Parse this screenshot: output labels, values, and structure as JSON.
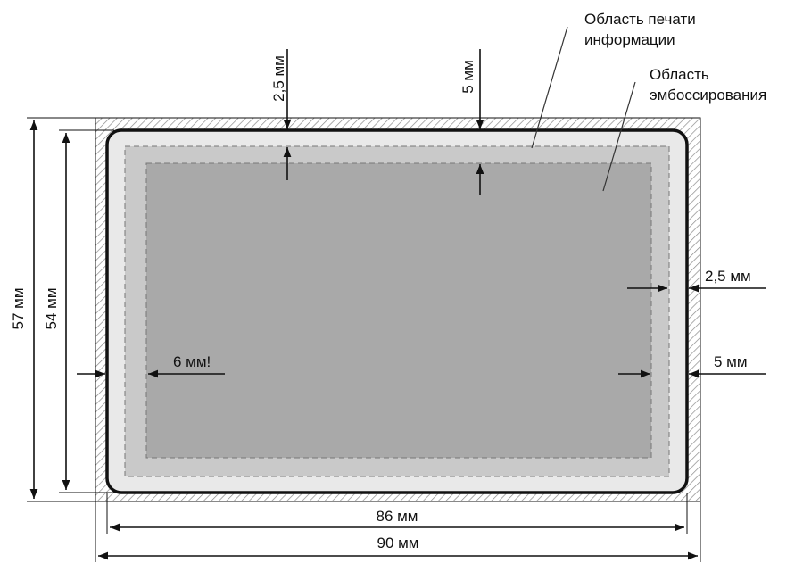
{
  "labels": {
    "print_area_line1": "Область печати",
    "print_area_line2": "информации",
    "emboss_line1": "Область",
    "emboss_line2": "эмбоссирования",
    "top_left_dim": "2,5 мм",
    "top_right_dim": "5 мм",
    "right_upper_dim": "2,5 мм",
    "right_lower_dim": "5 мм",
    "left_dim": "6 мм!",
    "height_outer": "57 мм",
    "height_inner": "54 мм",
    "width_inner": "86 мм",
    "width_outer": "90 мм"
  },
  "colors": {
    "print_area": "#c9c9c9",
    "emboss_area": "#a9a9a9",
    "card_fill": "#e9e9e9",
    "hatch": "#8a8a8a",
    "line": "#111111"
  }
}
